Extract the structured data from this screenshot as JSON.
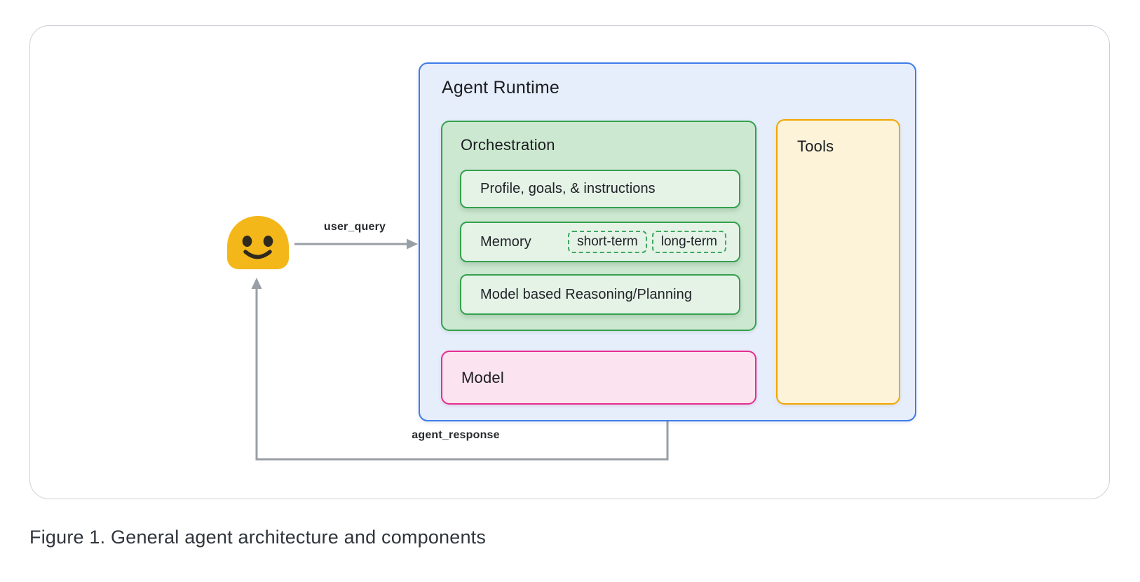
{
  "figure": {
    "caption": "Figure 1. General agent architecture and components"
  },
  "diagram": {
    "user": {
      "icon": "smiley-face-icon"
    },
    "flows": {
      "request": {
        "label": "user_query"
      },
      "response": {
        "label": "agent_response"
      }
    },
    "agent_runtime": {
      "title": "Agent Runtime",
      "orchestration": {
        "title": "Orchestration",
        "items": [
          {
            "label": "Profile, goals, & instructions",
            "chips": []
          },
          {
            "label": "Memory",
            "chips": [
              "short-term",
              "long-term"
            ]
          },
          {
            "label": "Model based Reasoning/Planning",
            "chips": []
          }
        ]
      },
      "model": {
        "title": "Model"
      },
      "tools": {
        "title": "Tools"
      }
    },
    "colors": {
      "runtime_border": "#3d7ce8",
      "runtime_bg": "#e6edfb",
      "orchestration_border": "#34a04f",
      "orchestration_bg": "#cde8d1",
      "orchestration_item_bg": "#e5f3e7",
      "tools_border": "#f2a600",
      "tools_bg": "#fcf3d9",
      "model_border": "#e52d90",
      "model_bg": "#fbe3ef",
      "arrow_gray": "#999fa6",
      "frame_border": "#ccd0d6",
      "smiley_yellow": "#f4b71a",
      "smiley_features": "#2f2a1e"
    }
  }
}
